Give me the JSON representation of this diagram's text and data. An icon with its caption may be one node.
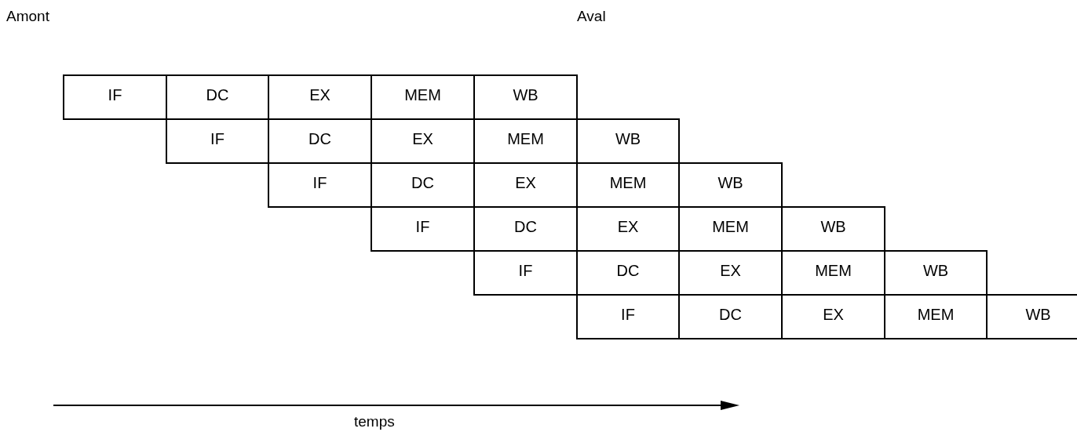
{
  "diagram": {
    "labels": [
      "Amont",
      "Aval",
      "IF",
      "DC",
      "EX",
      "MEM",
      "WB",
      "IF",
      "DC",
      "EX",
      "MEM",
      "WB",
      "IF",
      "DC",
      "EX",
      "MEM",
      "WB",
      "IF",
      "DC",
      "EX",
      "MEM",
      "WB",
      "IF",
      "DC",
      "EX",
      "MEM",
      "WB",
      "IF",
      "DC",
      "EX",
      "MEM",
      "WB",
      "temps"
    ]
  }
}
